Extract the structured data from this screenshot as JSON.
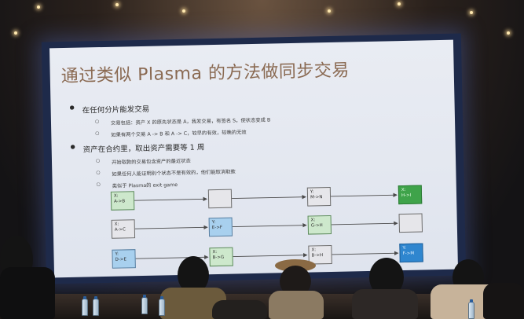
{
  "slide": {
    "title": "通过类似 Plasma 的方法做同步交易",
    "bullets": [
      {
        "text": "在任何分片能发交易",
        "sub": [
          "交易包括：资产 X 的原先状态是 A，我发交易，有签名 S，使状态变成 B",
          "如果有两个交易 A -> B 和 A -> C，较早的有效，较晚的无效"
        ]
      },
      {
        "text": "资产在合约里，取出资产需要等 1 周",
        "sub": [
          "开始取款的交易包含资产的最近状态",
          "如果任何人能证明别个状态不是有效的，他们能取消取款",
          "类似于 Plasma的 exit game"
        ]
      }
    ]
  },
  "diagram": {
    "rows": [
      {
        "cells": [
          {
            "lines": [
              "X:",
              "A->B"
            ],
            "style": "lightgreen"
          },
          {
            "lines": [
              "",
              ""
            ],
            "style": "plain"
          },
          {
            "lines": [
              "Y:",
              "M->N"
            ],
            "style": "plain"
          },
          {
            "lines": [
              "X:",
              "H->I"
            ],
            "style": "green"
          }
        ]
      },
      {
        "cells": [
          {
            "lines": [
              "X:",
              "A->C"
            ],
            "style": "plain"
          },
          {
            "lines": [
              "Y:",
              "E->F"
            ],
            "style": "blue"
          },
          {
            "lines": [
              "X:",
              "G->H"
            ],
            "style": "lightgreen"
          },
          {
            "lines": [
              "",
              ""
            ],
            "style": "plain"
          }
        ]
      },
      {
        "cells": [
          {
            "lines": [
              "Y:",
              "D->E"
            ],
            "style": "blue"
          },
          {
            "lines": [
              "X:",
              "B->G"
            ],
            "style": "lightgreen"
          },
          {
            "lines": [
              "X:",
              "B->H"
            ],
            "style": "plain"
          },
          {
            "lines": [
              "Y:",
              "F->M"
            ],
            "style": "solidblue"
          }
        ]
      }
    ]
  }
}
